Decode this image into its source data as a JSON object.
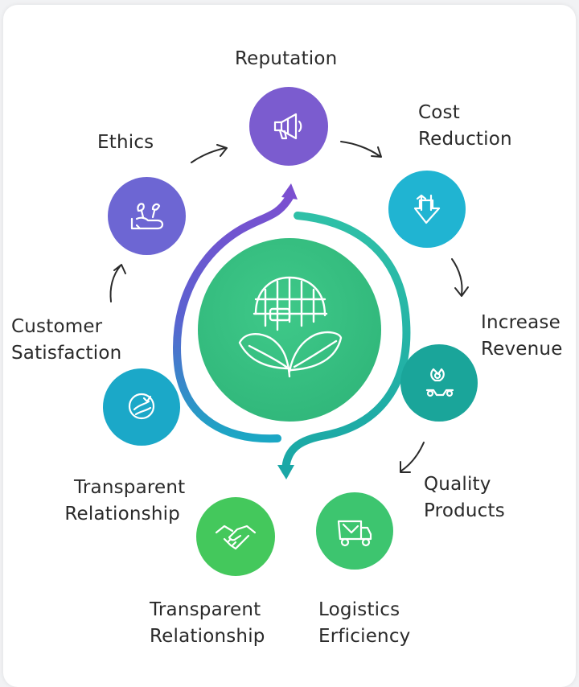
{
  "colors": {
    "purple": "#7b5ccf",
    "violet": "#6f67d6",
    "cyan": "#1fb6cf",
    "teal": "#1aa8a0",
    "green": "#3cc17a",
    "bright_green": "#46c85e",
    "center": "#34bd80",
    "text": "#2a2a2a"
  },
  "nodes": {
    "reputation": {
      "label": [
        "Reputation"
      ],
      "icon": "megaphone-icon"
    },
    "cost_reduction": {
      "label": [
        "Cost",
        "Reduction"
      ],
      "icon": "down-arrows-icon"
    },
    "increase_revenue": {
      "label": [
        "Increase",
        "Revenue"
      ],
      "icon": "revenue-icon"
    },
    "quality_products": {
      "label": [
        "Quality",
        "Products"
      ],
      "icon": "delivery-truck-icon"
    },
    "logistics_efficiency": {
      "label": [
        "Logistics",
        "Erficiency"
      ],
      "icon": "truck-icon"
    },
    "transparent_relationship_1": {
      "label": [
        "Transparent",
        "Relationship"
      ],
      "icon": "handshake-icon"
    },
    "transparent_relationship_2": {
      "label": [
        "Transparent",
        "Relationship"
      ],
      "icon": "handshake-icon"
    },
    "customer_satisfaction": {
      "label": [
        "Customer",
        "Satisfaction"
      ],
      "icon": "satisfaction-icon"
    },
    "ethics": {
      "label": [
        "Ethics"
      ],
      "icon": "hands-sprout-icon"
    }
  },
  "center": {
    "icon": "globe-leaves-icon"
  }
}
